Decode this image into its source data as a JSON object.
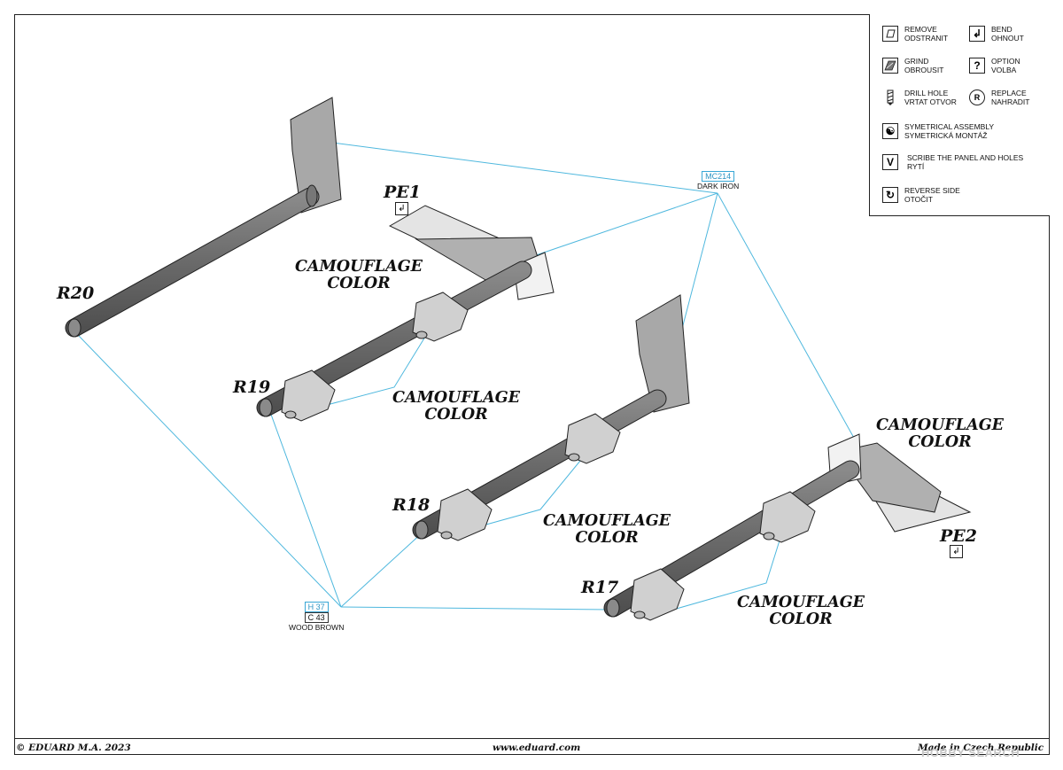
{
  "legend": {
    "items": [
      {
        "icon": "remove-icon",
        "line1": "REMOVE",
        "line2": "ODSTRANIT"
      },
      {
        "icon": "bend-icon",
        "line1": "BEND",
        "line2": "OHNOUT"
      },
      {
        "icon": "grind-icon",
        "line1": "GRIND",
        "line2": "OBROUSIT"
      },
      {
        "icon": "option-icon",
        "line1": "OPTION",
        "line2": "VOLBA"
      },
      {
        "icon": "drill-hole-icon",
        "line1": "DRILL HOLE",
        "line2": "VRTAT OTVOR"
      },
      {
        "icon": "replace-icon",
        "line1": "REPLACE",
        "line2": "NAHRADIT"
      },
      {
        "icon": "symmetrical-assembly-icon",
        "line1": "SYMETRICAL ASSEMBLY",
        "line2": "SYMETRICKÁ MONTÁŽ"
      },
      {
        "icon": "scribe-icon",
        "line1": "SCRIBE THE PANEL AND HOLES",
        "line2": "RYTÍ"
      },
      {
        "icon": "reverse-side-icon",
        "line1": "REVERSE SIDE",
        "line2": "OTOČIT"
      }
    ]
  },
  "parts": {
    "r20": "R20",
    "r19": "R19",
    "r18": "R18",
    "r17": "R17",
    "pe1": "PE1",
    "pe2": "PE2"
  },
  "notes": {
    "camo_line1": "CAMOUFLAGE",
    "camo_line2": "COLOR"
  },
  "paints": {
    "dark_iron": {
      "code": "MC214",
      "name": "DARK IRON"
    },
    "wood_brown": {
      "code1": "H 37",
      "code2": "C 43",
      "name": "WOOD BROWN"
    }
  },
  "footer": {
    "left": "© EDUARD  M.A. 2023",
    "center": "www.eduard.com",
    "right": "Made in Czech Republic"
  },
  "watermark": "HOBBY SEARCH",
  "colors": {
    "handle": "#6e6e6e",
    "blade": "#a8a8a8",
    "clip": "#d0d0d0",
    "leader": "#4fb8de"
  }
}
